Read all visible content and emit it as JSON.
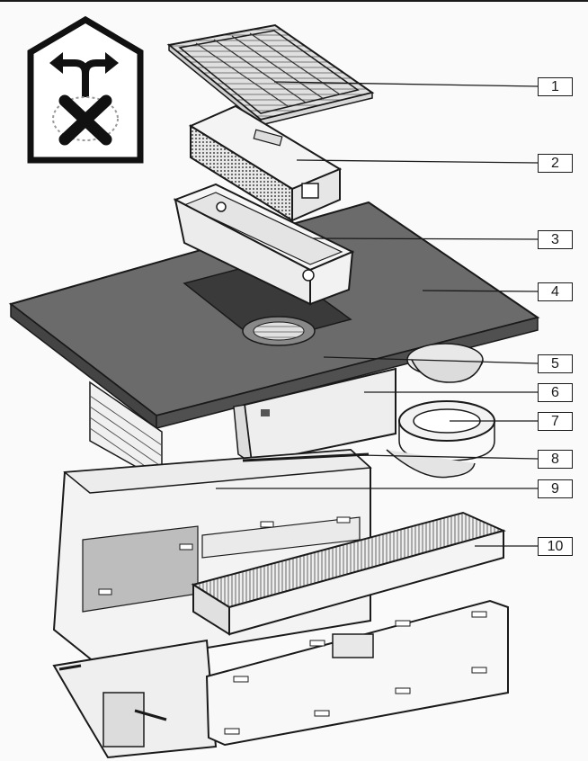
{
  "warning_icon": {
    "name": "no-ducting-house-icon"
  },
  "callouts": [
    "1",
    "2",
    "3",
    "4",
    "5",
    "6",
    "7",
    "8",
    "9",
    "10"
  ],
  "colors": {
    "line": "#1a1a1a",
    "hob": "#666666",
    "part": "#f0f0f0"
  }
}
